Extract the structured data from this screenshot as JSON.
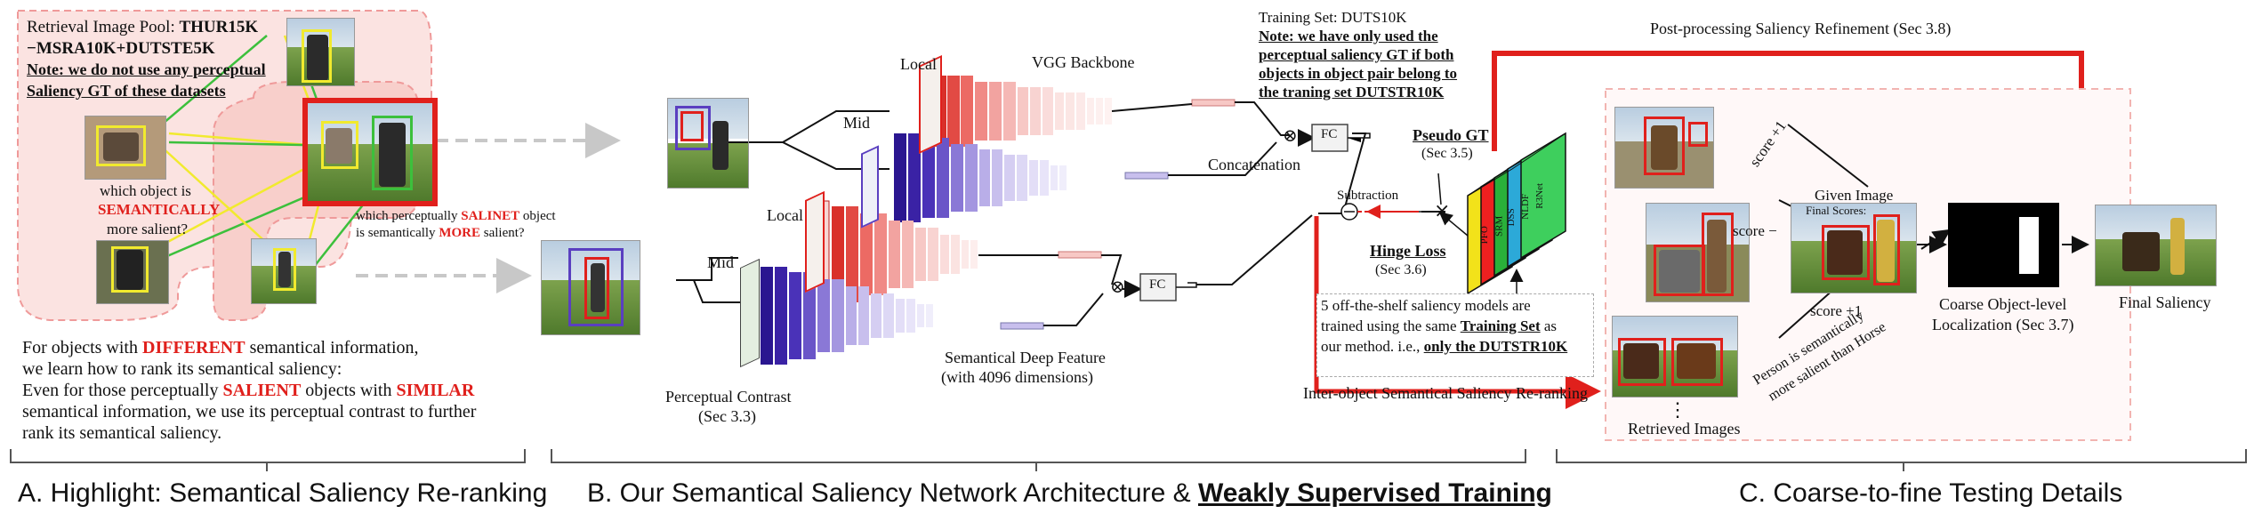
{
  "panel_a": {
    "pool_label": "Retrieval Image Pool:",
    "pool_sets_line1": "THUR15K",
    "pool_sets_line2": "−MSRA10K+DUTSTE5K",
    "note_line1": "Note: we do not use any perceptual",
    "note_line2": "Saliency GT of these datasets",
    "which_line1": "which object is",
    "which_semantic": "SEMANTICALLY",
    "which_line3": "more salient?",
    "perc_q_line1_pre": "which perceptually",
    "perc_q_salient": "SALINET",
    "perc_q_line1_post": "object",
    "perc_q_line2_pre": "is semantically",
    "perc_q_more": "MORE",
    "perc_q_line2_post": "salient?",
    "text_l1_pre": "For objects with",
    "text_l1_diff": "DIFFERENT",
    "text_l1_post": "semantical information,",
    "text_l2": "we learn how to rank its semantical saliency:",
    "text_l3_pre": "Even for those perceptually",
    "text_l3_salient": "SALIENT",
    "text_l3_mid": "objects with",
    "text_l3_similar": "SIMILAR",
    "text_l4": "semantical information,  we use its perceptual contrast to further",
    "text_l5": "rank its semantical saliency.",
    "caption": "A. Highlight: Semantical Saliency Re-ranking"
  },
  "panel_b": {
    "label_local_top": "Local",
    "label_vgg": "VGG Backbone",
    "label_mid_top": "Mid",
    "label_local_bottom": "Local",
    "label_mid_bottom": "Mid",
    "label_concat": "Concatenation",
    "label_fc_top": "FC",
    "label_fc_bottom": "FC",
    "label_otimes": "⊗",
    "label_sem_feat_1": "Semantical Deep Feature",
    "label_sem_feat_2": "(with 4096 dimensions)",
    "label_perc_contrast_1": "Perceptual Contrast",
    "label_perc_contrast_2": "(Sec 3.3)",
    "training_set": "Training Set: DUTS10K",
    "training_note_1": "Note: we have only used the",
    "training_note_2": "perceptual saliency GT if both",
    "training_note_3": "objects in object pair belong to",
    "training_note_4": "the traning set DUTSTR10K",
    "pseudo_gt": "Pseudo GT",
    "pseudo_gt_sec": "(Sec 3.5)",
    "subtraction": "Subtraction",
    "minus_symbol": "⊖",
    "hinge_loss": "Hinge Loss",
    "hinge_sec": "(Sec 3.6)",
    "models_1_pre": "5 off-the-shelf saliency models are",
    "models_2_pre": "trained using the same",
    "models_2_bold": "Training Set",
    "models_2_post": "as",
    "models_3_pre": "our method. i.e.,",
    "models_3_bold": "only the DUTSTR10K",
    "stack_labels": [
      "PFO",
      "SRM",
      "DSS",
      "NLDF",
      "R3Net"
    ],
    "stack_colors": [
      "#f2e21a",
      "#ee2020",
      "#2ab03a",
      "#2ca9d8",
      "#3ecf5d"
    ],
    "inter_object": "Inter-object Semantical Saliency Re-ranking",
    "caption_pre": "B. Our Semantical Saliency Network Architecture &",
    "caption_bold": "Weakly Supervised Training"
  },
  "panel_c": {
    "post_processing": "Post-processing Saliency Refinement (Sec 3.8)",
    "given_image_score": "score +1",
    "given_image": "Given Image",
    "score_minus": "score −",
    "final_scores": "Final Scores:",
    "score_plus1": "score +1",
    "person_semantic_1": "Person is semantically",
    "person_semantic_2": "more salient than Horse",
    "retrieved": "Retrieved Images",
    "ellipsis": "⋮",
    "coarse_1": "Coarse Object-level",
    "coarse_2": "Localization (Sec 3.7)",
    "final_saliency": "Final Saliency",
    "caption": "C. Coarse-to-fine Testing Details"
  },
  "colors": {
    "accent_red": "#e0201c",
    "pink_bg": "#fbe3e1",
    "green_line": "#3cc03c",
    "yellow_line": "#f1ea2e",
    "conv_red": "#d9302a",
    "conv_purple": "#5a3fc0"
  }
}
